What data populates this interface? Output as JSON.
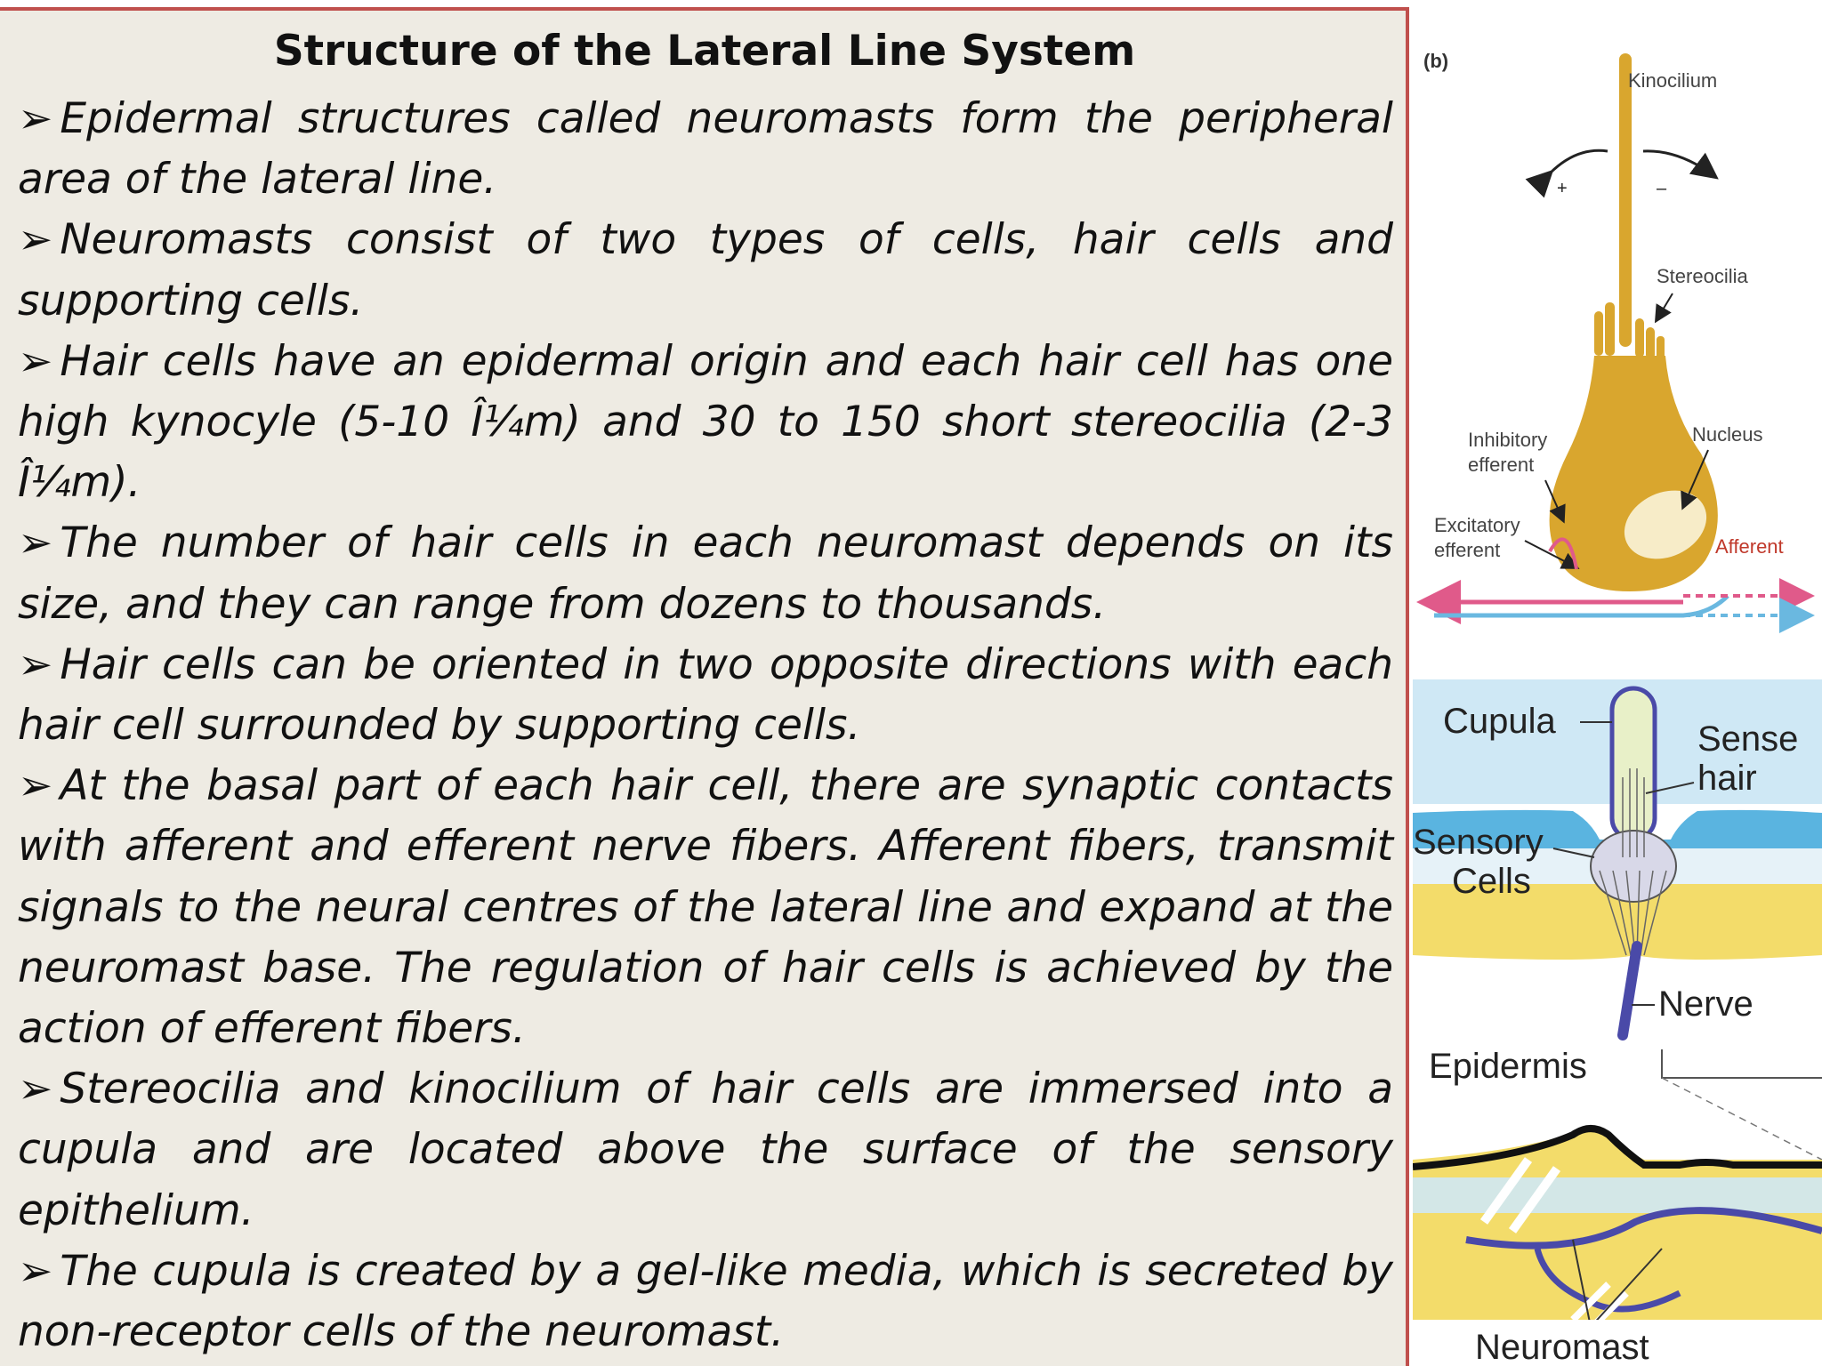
{
  "slide": {
    "title": "Structure of the Lateral Line System",
    "bullet_glyph": "➢",
    "bullets": [
      "Epidermal structures called neuromasts form the peripheral area of the lateral line.",
      "Neuromasts consist of two types of cells, hair cells and supporting cells.",
      "Hair cells have an epidermal origin and each hair cell has one high kynocyle (5-10 Î¼m) and 30 to 150 short stereocilia (2-3 Î¼m).",
      "The number of hair cells in each neuromast depends on its size, and they can range from dozens to thousands.",
      "Hair cells can be oriented in two opposite directions with each hair cell surrounded by supporting cells.",
      "At the basal part of each hair cell, there are synaptic contacts with afferent and efferent nerve fibers. Afferent fibers, transmit signals to the neural centres of the lateral line and expand at the neuromast base. The regulation of hair cells is achieved by the action of efferent fibers.",
      "Stereocilia and kinocilium of hair cells are immersed into a cupula and are located above the surface of the sensory epithelium.",
      "The cupula is created by a gel-like media, which is secreted by non-receptor cells of the neuromast."
    ]
  },
  "figure_b": {
    "panel_label": "(b)",
    "labels": {
      "kinocilium": "Kinocilium",
      "plus": "+",
      "minus": "–",
      "stereocilia": "Stereocilia",
      "nucleus": "Nucleus",
      "inhibitory_1": "Inhibitory",
      "inhibitory_2": "efferent",
      "excitatory_1": "Excitatory",
      "excitatory_2": "efferent",
      "afferent": "Afferent"
    },
    "colors": {
      "cell": "#d9a62e",
      "nucleus": "#f7ecc8",
      "efferent": "#e05a8a",
      "afferent": "#6ab8e0"
    }
  },
  "figure_cupula": {
    "labels": {
      "cupula": "Cupula",
      "sense_1": "Sense",
      "sense_2": "hair",
      "sensory_1": "Sensory",
      "sensory_2": "Cells",
      "nerve": "Nerve",
      "epidermis": "Epidermis",
      "neuromast": "Neuromast"
    },
    "colors": {
      "water": "#cfe8f5",
      "skin": "#5ab4e0",
      "tissue": "#f3dc6a",
      "nerve": "#4a4aa8"
    }
  }
}
